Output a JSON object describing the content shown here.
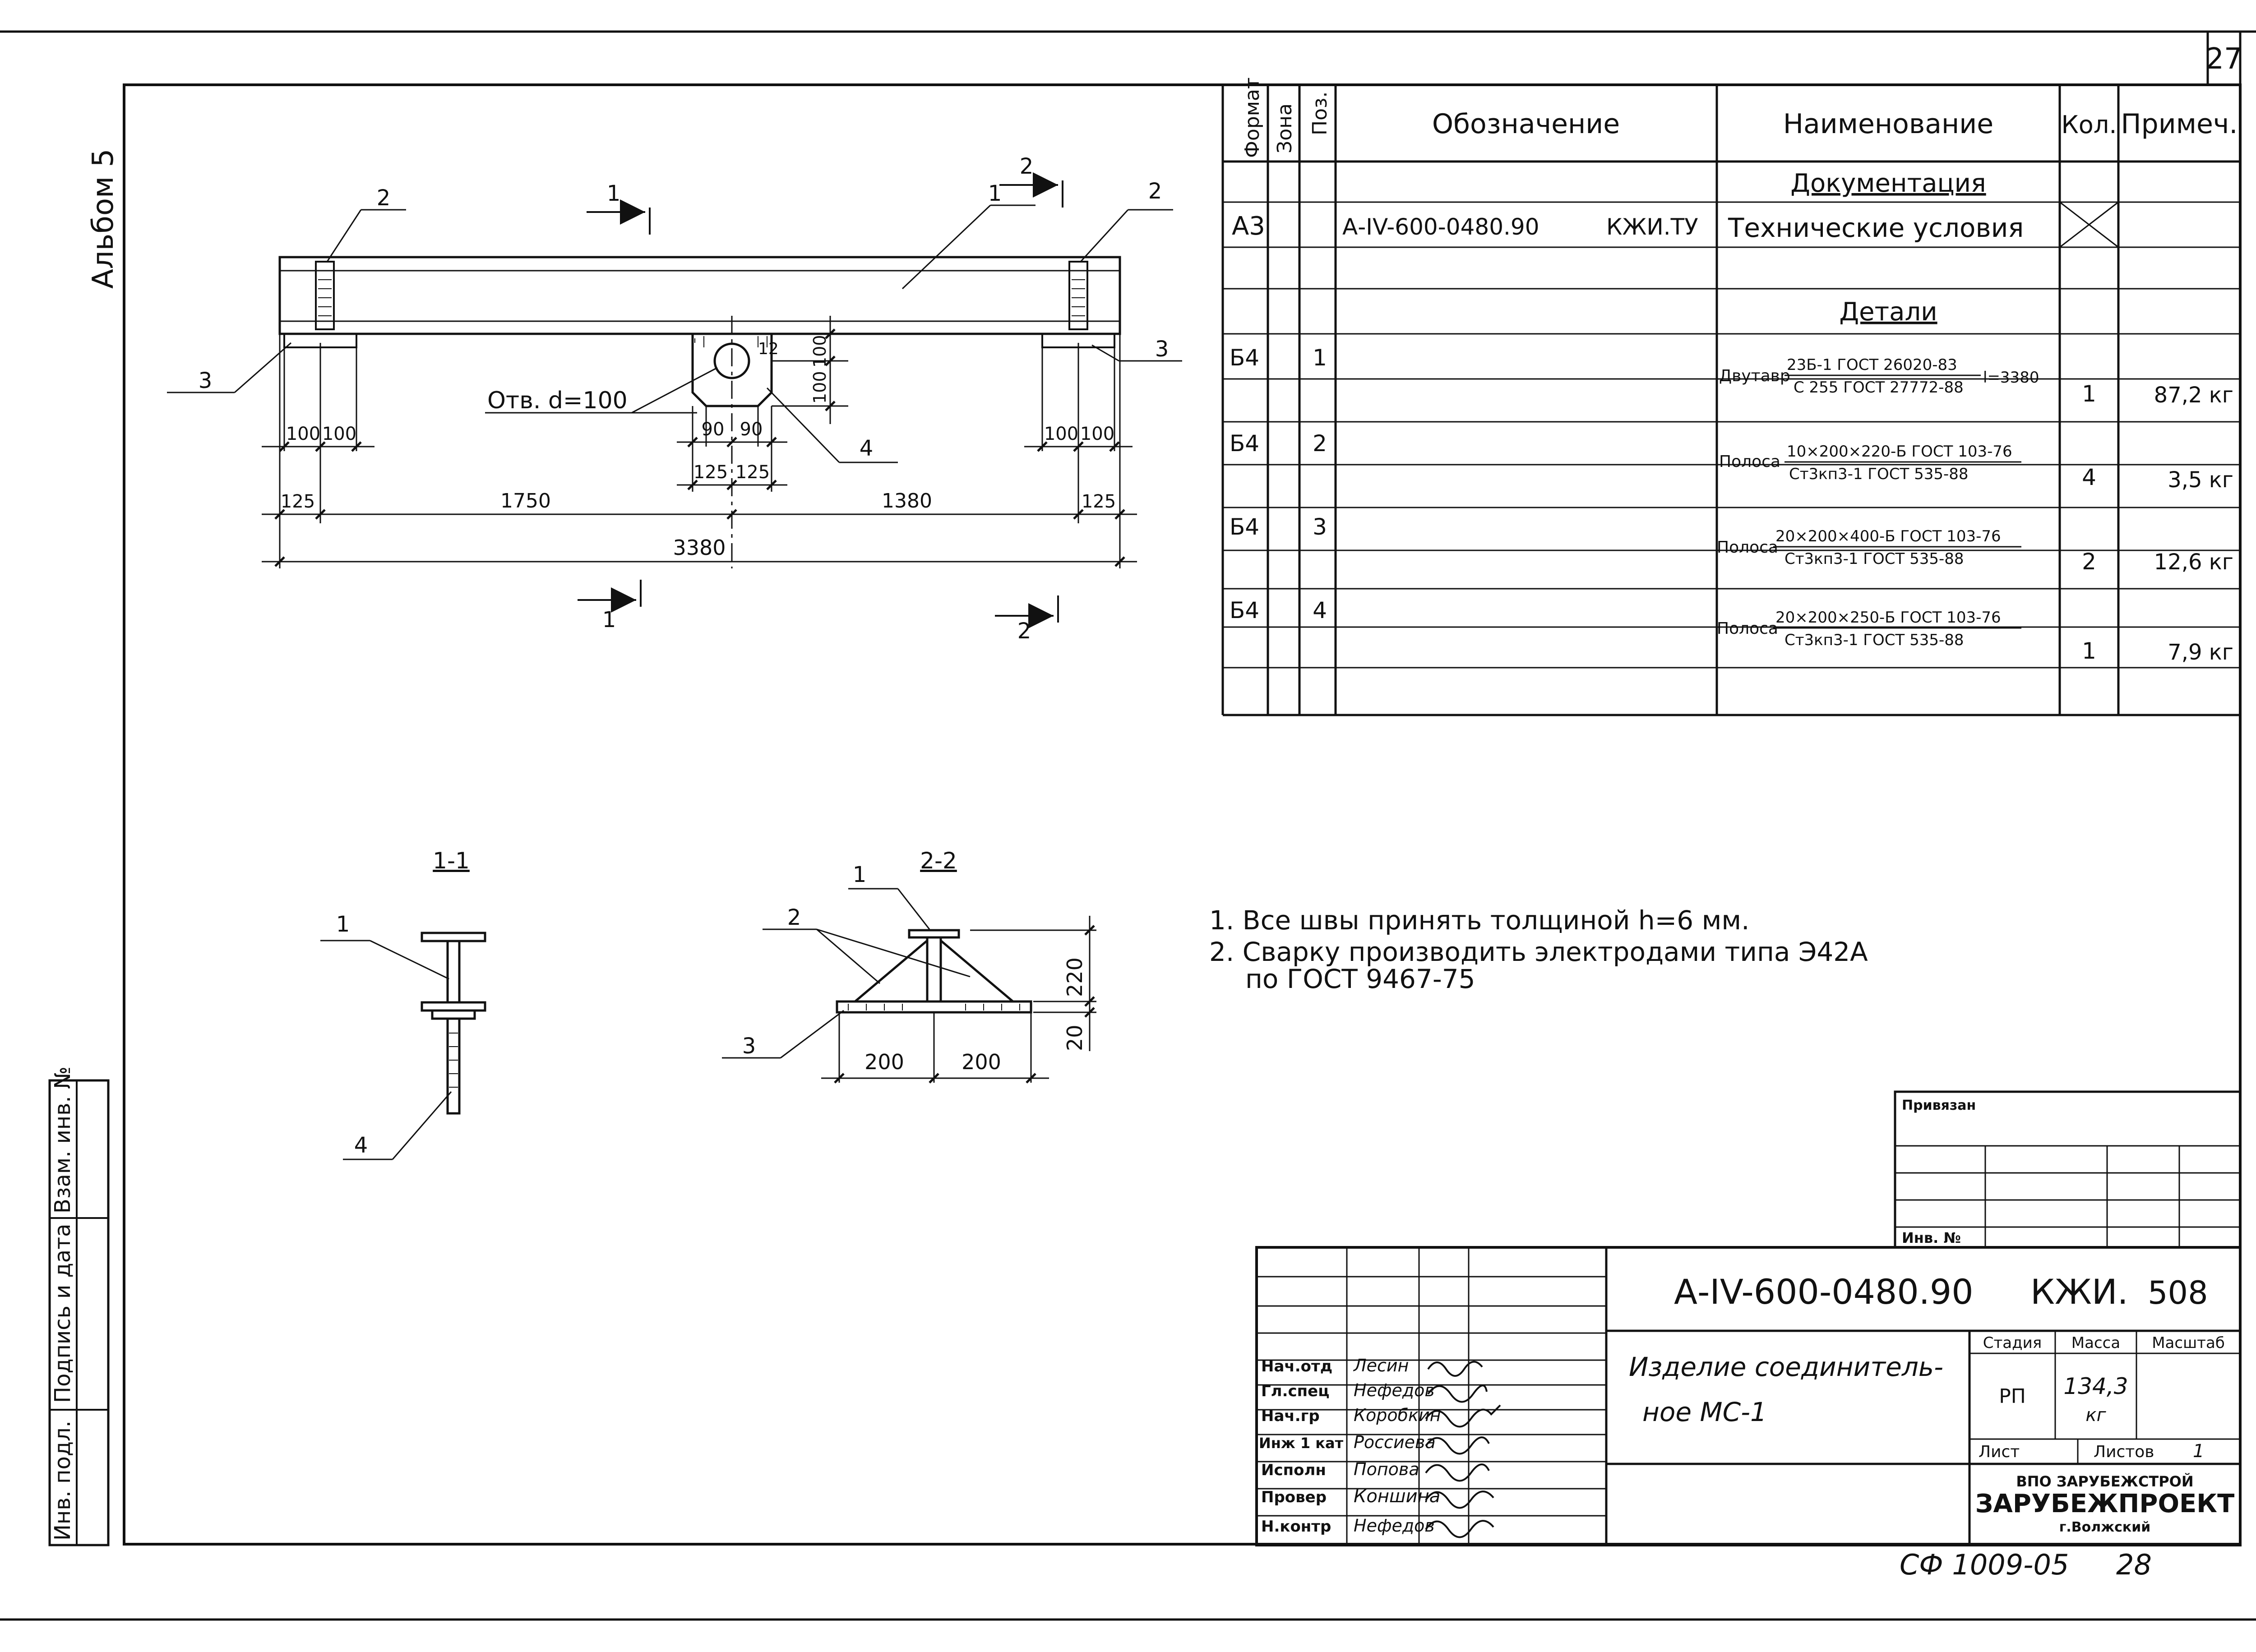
{
  "sheet_number": "27",
  "album_label": "Альбом 5",
  "side_stamp": {
    "inv_podl": "Инв. подл.",
    "podpis_data": "Подпись и дата",
    "vzam_inv": "Взам. инв. №"
  },
  "spec_table": {
    "headers": {
      "format": "Формат",
      "zone": "Зона",
      "pos": "Поз.",
      "designation": "Обозначение",
      "name": "Наименование",
      "qty": "Кол.",
      "note": "Примеч."
    },
    "section_docs": "Документация",
    "doc_row": {
      "format": "А3",
      "designation": "А-IV-600-0480.90",
      "designation_suffix": "КЖИ.ТУ",
      "name": "Технические условия"
    },
    "section_details": "Детали",
    "rows": [
      {
        "format": "Б4",
        "pos": "1",
        "name_head": "Двутавр",
        "name_top": "23Б-1 ГОСТ 26020-83",
        "name_bottom": "С 255 ГОСТ 27772-88",
        "length": "l=3380",
        "qty": "1",
        "note": "87,2 кг"
      },
      {
        "format": "Б4",
        "pos": "2",
        "name_head": "Полоса",
        "name_top": "10×200×220-Б ГОСТ 103-76",
        "name_bottom": "Ст3кп3-1 ГОСТ 535-88",
        "length": "",
        "qty": "4",
        "note": "3,5 кг"
      },
      {
        "format": "Б4",
        "pos": "3",
        "name_head": "Полоса",
        "name_top": "20×200×400-Б ГОСТ 103-76",
        "name_bottom": "Ст3кп3-1 ГОСТ 535-88",
        "length": "",
        "qty": "2",
        "note": "12,6 кг"
      },
      {
        "format": "Б4",
        "pos": "4",
        "name_head": "Полоса",
        "name_top": "20×200×250-Б ГОСТ 103-76",
        "name_bottom": "Ст3кп3-1 ГОСТ 535-88",
        "length": "",
        "qty": "1",
        "note": "7,9 кг"
      }
    ]
  },
  "drawing": {
    "hole_label": "Отв. d=100",
    "dims": {
      "d100a": "100",
      "d100b": "100",
      "d100c": "100",
      "d100d": "100",
      "d100v1": "100",
      "d100v2": "100",
      "d12": "12",
      "d90a": "90",
      "d90b": "90",
      "d125a": "125",
      "d125b": "125",
      "d125l": "125",
      "d125r": "125",
      "d1750": "1750",
      "d1380": "1380",
      "d3380": "3380"
    },
    "callouts": {
      "p1": "1",
      "p2a": "2",
      "p2b": "2",
      "p3a": "3",
      "p3b": "3",
      "p4": "4"
    },
    "section_marks": {
      "s1top": "1",
      "s1bot": "1",
      "s2top": "2",
      "s2bot": "2"
    },
    "section_1_1": {
      "title": "1-1",
      "c1": "1",
      "c4": "4"
    },
    "section_2_2": {
      "title": "2-2",
      "c1": "1",
      "c2": "2",
      "c3": "3",
      "d200a": "200",
      "d200b": "200",
      "d220": "220",
      "d20": "20"
    }
  },
  "notes": [
    "1.  Все швы принять толщиной h=6 мм.",
    "2.  Сварку производить электродами типа Э42А",
    "по ГОСТ 9467-75"
  ],
  "title_block": {
    "privyazan": "Привязан",
    "inv_no": "Инв. №",
    "code": "А-IV-600-0480.90",
    "code_suffix": "КЖИ.",
    "code_number": "508",
    "item_name_line1": "Изделие соединитель-",
    "item_name_line2": "ное МС-1",
    "stage_label": "Стадия",
    "mass_label": "Масса",
    "scale_label": "Масштаб",
    "stage": "РП",
    "mass_value": "134,3",
    "mass_unit": "кг",
    "sheet_label": "Лист",
    "sheets_label": "Листов",
    "sheets_value": "1",
    "org_line1": "ВПО ЗАРУБЕЖСТРОЙ",
    "org_line2": "ЗАРУБЕЖПРОЕКТ",
    "org_line3": "г.Волжский",
    "staff": [
      {
        "role": "Нач.отд",
        "name": "Лесин"
      },
      {
        "role": "Гл.спец",
        "name": "Нефедов"
      },
      {
        "role": "Нач.гр",
        "name": "Коробкин"
      },
      {
        "role": "Инж 1 кат",
        "name": "Россиева"
      },
      {
        "role": "Исполн",
        "name": "Попова"
      },
      {
        "role": "Провер",
        "name": "Коншина"
      },
      {
        "role": "Н.контр",
        "name": "Нефедов"
      }
    ]
  },
  "footer_code": "СФ 1009-05",
  "footer_page": "28"
}
